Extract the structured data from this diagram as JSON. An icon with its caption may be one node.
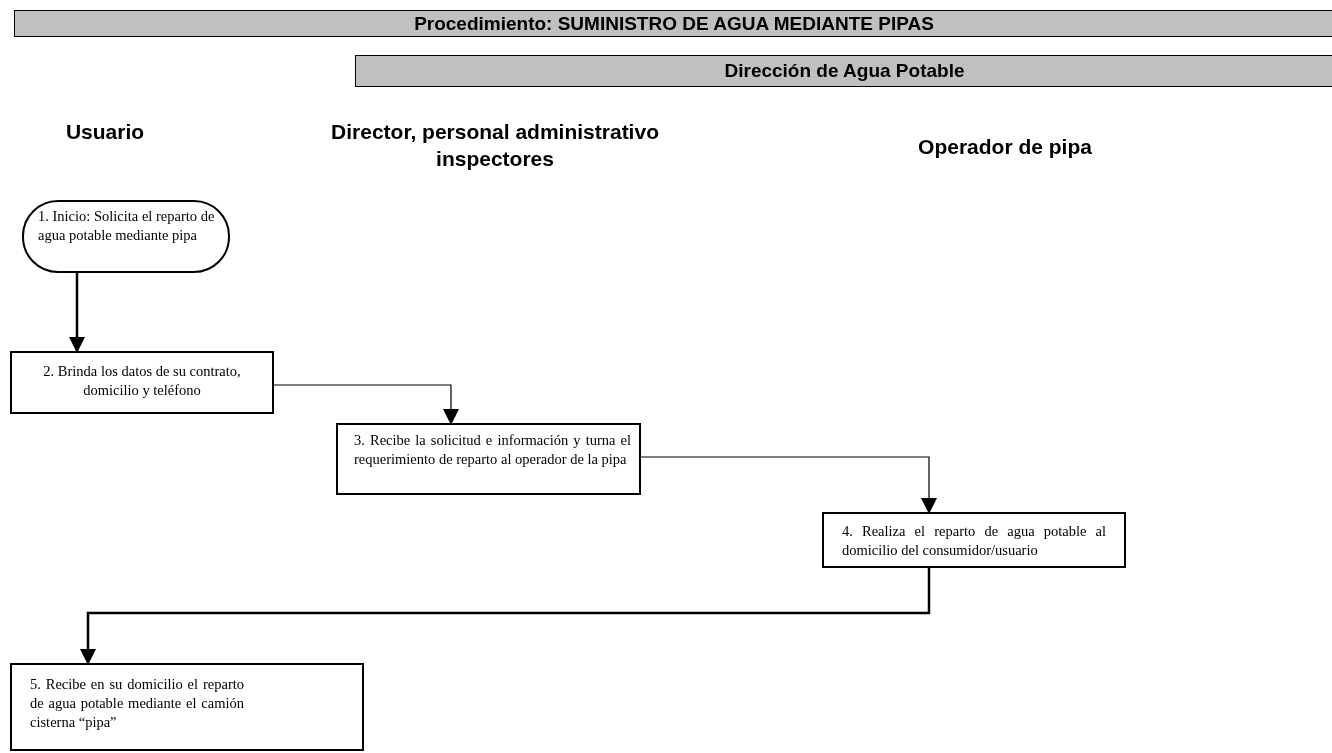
{
  "diagram": {
    "title": "Procedimiento: SUMINISTRO DE AGUA MEDIANTE PIPAS",
    "nodes": [
      {
        "text": [
          "1. Inicio: Solicita el reparto de agua potable mediante pipa"
        ]
      },
      {
        "text": [
          "2. Brinda los datos de su contrato, domicilio y teléfono"
        ]
      },
      {
        "text": [
          "3. Recibe la solicitud e información y turna el requerimiento de reparto al operador de la pipa"
        ]
      },
      {
        "text": [
          "4. Realiza el reparto de agua potable al domicilio del consumidor/usuario"
        ]
      },
      {
        "text": [
          "5. Recibe en su domicilio el reparto de agua potable mediante el camión cisterna “pipa”"
        ]
      }
    ],
    "edges": [
      {
        "from": 0,
        "to": 1,
        "arrow": "to"
      },
      {
        "from": 1,
        "to": 2,
        "arrow": "to"
      },
      {
        "from": 2,
        "to": 3,
        "arrow": "to"
      },
      {
        "from": 3,
        "to": 4,
        "arrow": "to"
      }
    ],
    "labels": [
      "Dirección de Agua Potable",
      "Usuario",
      "Director, personal administrativo inspectores",
      "Operador de pipa"
    ]
  }
}
